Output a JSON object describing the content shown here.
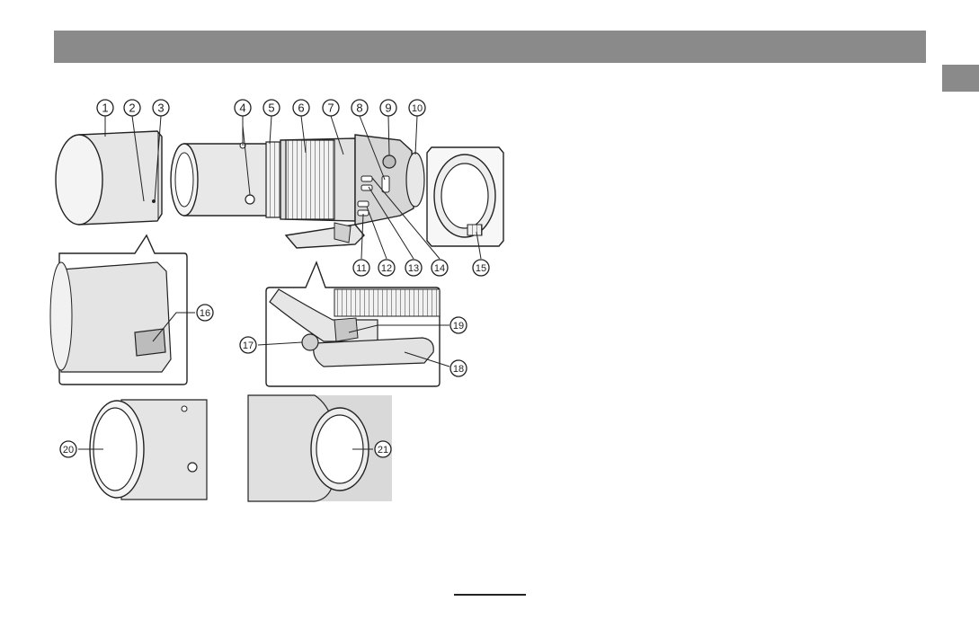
{
  "callouts": [
    "1",
    "2",
    "3",
    "4",
    "5",
    "6",
    "7",
    "8",
    "9",
    "10",
    "11",
    "12",
    "13",
    "14",
    "15",
    "16",
    "17",
    "18",
    "19",
    "20",
    "21"
  ],
  "colors": {
    "header": "#8a8a8a",
    "line": "#222222",
    "fill_light": "#e6e6e6",
    "fill_mid": "#bdbdbd"
  }
}
